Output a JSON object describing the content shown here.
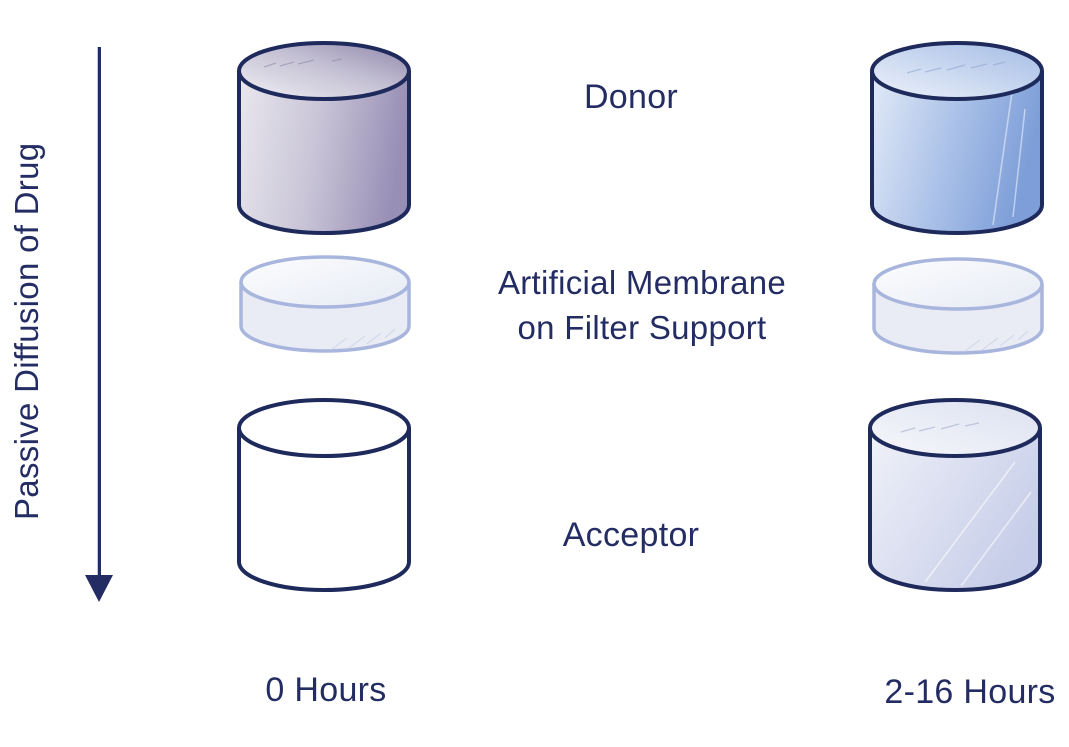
{
  "figure": {
    "flow_label": "Passive Diffusion of Drug",
    "row_labels": {
      "donor": "Donor",
      "membrane_line1": "Artificial Membrane",
      "membrane_line2": "on Filter Support",
      "acceptor": "Acceptor"
    },
    "columns": [
      {
        "time_label": "0 Hours"
      },
      {
        "time_label": "2-16 Hours"
      }
    ],
    "colors": {
      "text_navy": "#242d63",
      "outline_navy": "#1f2a5c",
      "donor_0h_dark": "#988fb6",
      "donor_0h_light": "#e9e7ef",
      "donor_2h_dark": "#7d9ed8",
      "donor_2h_light": "#e2eaf7",
      "membrane_outline": "#a8b5dc",
      "membrane_fill": "#e9ecf5",
      "acceptor_0h_fill": "#ffffff",
      "acceptor_2h_dark": "#c6cde8",
      "acceptor_2h_light": "#f0f2f9",
      "background": "#ffffff"
    }
  }
}
